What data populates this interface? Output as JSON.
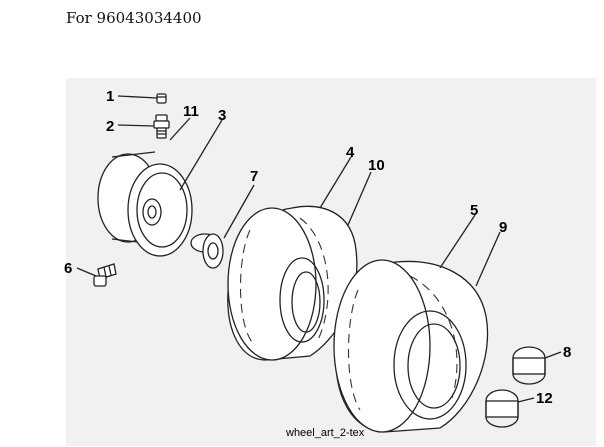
{
  "header": {
    "text": "For 96043034400"
  },
  "diagram": {
    "caption": "wheel_art_2-tex",
    "callouts": [
      "1",
      "2",
      "3",
      "4",
      "5",
      "6",
      "7",
      "8",
      "9",
      "10",
      "11",
      "12"
    ]
  }
}
